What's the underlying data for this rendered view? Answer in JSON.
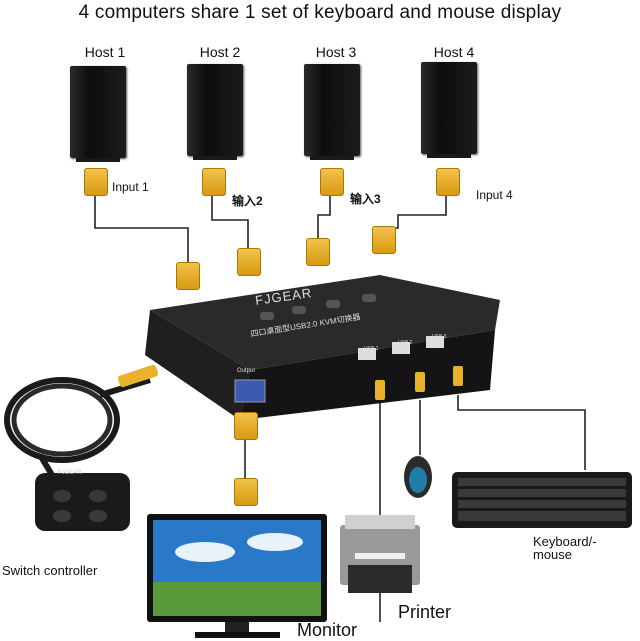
{
  "title": "4 computers share 1 set of keyboard and mouse display",
  "hosts": [
    {
      "label": "Host 1",
      "input": "Input 1"
    },
    {
      "label": "Host 2",
      "input": "输入2"
    },
    {
      "label": "Host 3",
      "input": "输入3"
    },
    {
      "label": "Host 4",
      "input": "Input 4"
    }
  ],
  "kvm": {
    "brand": "FJGEAR",
    "model": "四口桌面型USB2.0 KVM切换器",
    "output_label": "Output",
    "usb_ports": [
      "USB 1",
      "USB 2",
      "USB 3"
    ]
  },
  "controller": {
    "label": "Switch controller",
    "brand": "FJGEAR"
  },
  "devices": {
    "monitor": "Monitor",
    "printer": "Printer",
    "keyboard_mouse": "Keyboard/-\nmouse"
  },
  "colors": {
    "connector": "#e8b22a",
    "device": "#1a1a1a",
    "cable": "#222222"
  }
}
